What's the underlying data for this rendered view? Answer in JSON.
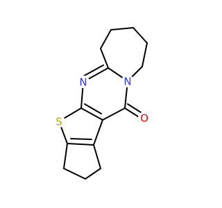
{
  "molecule": {
    "atoms": {
      "nitrogen_ring_junction": {
        "symbol": "N",
        "color": "#3333ff"
      },
      "nitrogen_pyrimidine": {
        "symbol": "N",
        "color": "#3333ff"
      },
      "sulfur": {
        "symbol": "S",
        "color": "#b2b200"
      },
      "oxygen": {
        "symbol": "O",
        "color": "#ff0000"
      }
    },
    "bond_color": "#000000"
  }
}
